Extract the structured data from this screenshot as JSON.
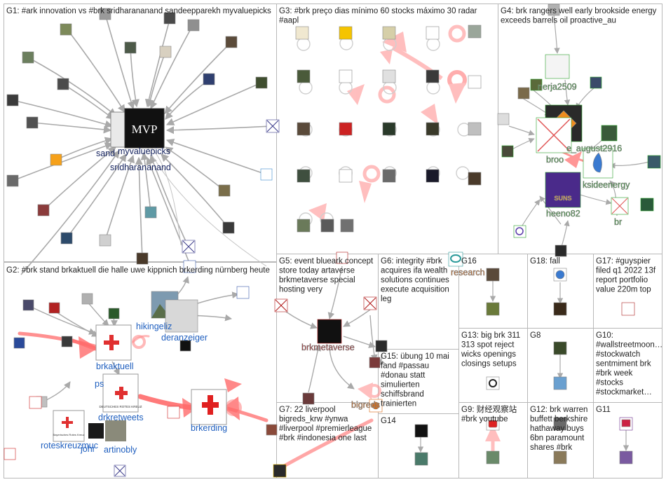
{
  "groups": [
    {
      "id": "G1",
      "label": "G1: #ark innovation vs #brk sridharananand sandeepparekh myvaluepicks"
    },
    {
      "id": "G2",
      "label": "G2: #brk stand brkaktuell die halle uwe kippnich brkerding nürnberg heute"
    },
    {
      "id": "G3",
      "label": "G3: #brk preço dias mínimo 60 stocks máximo 30 radar #aapl"
    },
    {
      "id": "G4",
      "label": "G4: brk rangers well early brookside energy exceeds barrels oil proactive_au"
    },
    {
      "id": "G5",
      "label": "G5: event blueark concept store today artaverse brkmetaverse special hosting very"
    },
    {
      "id": "G6",
      "label": "G6: integrity #brk acquires ifa wealth solutions continues execute acquisition leg"
    },
    {
      "id": "G7",
      "label": "G7: 22 liverpool bigreds_krw #ynwa #liverpool #premierleague #brk #indonesia one last"
    },
    {
      "id": "G8",
      "label": "G8"
    },
    {
      "id": "G9",
      "label": "G9: 财经观察站 #brk youtube"
    },
    {
      "id": "G10",
      "label": "G10: #wallstreetmoon… #stockwatch sentmiment brk #brk week #stocks #stockmarket…"
    },
    {
      "id": "G11",
      "label": "G11"
    },
    {
      "id": "G12",
      "label": "G12: brk warren buffett berkshire hathaway buys 6bn paramount shares #brk"
    },
    {
      "id": "G13",
      "label": "G13: big brk 311 313 spot reject wicks openings closings setups"
    },
    {
      "id": "G14",
      "label": "G14"
    },
    {
      "id": "G15",
      "label": "G15: übung 10 mai fand #passau #donau statt simulierten schiffsbrand trainierten"
    },
    {
      "id": "G16",
      "label": "G16"
    },
    {
      "id": "G17",
      "label": "G17: #guyspier filed q1 2022 13f report portfolio value 220m top"
    },
    {
      "id": "G18",
      "label": "G18: fall"
    }
  ],
  "node_labels": {
    "myvaluepicks": "myvaluepicks",
    "sand": "sand",
    "sridharananand": "sridharananand",
    "hikingeliz": "hikingeliz",
    "deranzeiger": "deranzeiger",
    "brkaktuell": "brkaktuell",
    "ps": "ps",
    "drkretweets": "drkretweets",
    "brkerding": "brkerding",
    "roteskreuzmuc": "roteskreuzmuc",
    "johr": "johr",
    "artinobly": "artinobly",
    "nerja2509": "nerja2509",
    "august": "e_august2916",
    "broo": "broo",
    "ksideenergy": "ksideenergy",
    "heeno82": "heeno82",
    "br": "br",
    "brkmetaverse": "brkmetaverse",
    "bigreds": "bigreds",
    "research": "research"
  },
  "images": {
    "mvp": "MVP",
    "suns": "SUNS",
    "drk_badge": "DEUTSCHES ROTES KREUZ",
    "brk_logo": "Bayerisches Rotes Kreuz"
  },
  "colors": {
    "border": "#b8b8b8",
    "edge": "#a9a9a9",
    "edge_red": "#ff6b6b",
    "edge_pink": "#ffb3b3",
    "accent_green": "#2aa02a",
    "accent_blue": "#1f5fbf",
    "accent_red": "#b01818"
  }
}
